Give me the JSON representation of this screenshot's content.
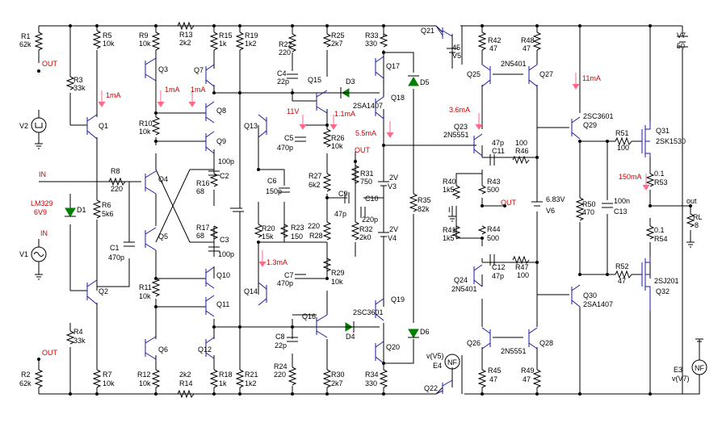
{
  "labels": {
    "R1": "R1",
    "R1v": "62k",
    "R2": "R2",
    "R2v": "62k",
    "R3": "R3",
    "R3v": "33k",
    "R4": "R4",
    "R4v": "33k",
    "R5": "R5",
    "R5v": "10k",
    "R6": "R6",
    "R6v": "5k6",
    "R7": "R7",
    "R7v": "10k",
    "R8": "R8",
    "R8v": "220",
    "R9": "R9",
    "R9v": "10k",
    "R10": "R10",
    "R10v": "10k",
    "R11": "R11",
    "R11v": "10k",
    "R12": "R12",
    "R12v": "10k",
    "R13": "R13",
    "R13v": "2k2",
    "R14": "R14",
    "R14v": "2k2",
    "R15": "R15",
    "R15v": "1k",
    "R16": "R16",
    "R16v": "68",
    "R17": "R17",
    "R17v": "68",
    "R18": "R18",
    "R18v": "1k",
    "R19": "R19",
    "R19v": "1k2",
    "R20": "R20",
    "R20v": "15k",
    "R21": "R21",
    "R21v": "1k2",
    "R22": "R22",
    "R22v": "220",
    "R23": "R23",
    "R23v": "150",
    "R24": "R24",
    "R24v": "220",
    "R25": "R25",
    "R25v": "2k7",
    "R26": "R26",
    "R26v": "10k",
    "R27": "R27",
    "R27v": "6k2",
    "R28": "R28",
    "R28v": "220",
    "R29": "R29",
    "R29v": "10k",
    "R30": "R30",
    "R30v": "2k7",
    "R31": "R31",
    "R31v": "750",
    "R32": "R32",
    "R32v": "2k0",
    "R33": "R33",
    "R33v": "330",
    "R34": "R34",
    "R34v": "330",
    "R35": "R35",
    "R35v": "82k",
    "R40": "R40",
    "R40v": "1k5",
    "R41": "R41",
    "R41v": "1k5",
    "R42": "R42",
    "R42v": "47",
    "R43": "R43",
    "R43v": "500",
    "R44": "R44",
    "R44v": "500",
    "R45": "R45",
    "R45v": "47",
    "R46": "R46",
    "R46v": "100",
    "R47": "R47",
    "R47v": "100",
    "R48": "R48",
    "R48v": "47",
    "R49": "R49",
    "R49v": "47",
    "R50": "R50",
    "R50v": "470",
    "R51": "R51",
    "R51v": "100",
    "R52": "R52",
    "R52v": "47",
    "R53": "R53",
    "R53v": "0.1",
    "R54": "R54",
    "R54v": "0.1",
    "RL": "RL",
    "RLv": "8",
    "C1": "C1",
    "C1v": "470p",
    "C2": "C2",
    "C2v": "100p",
    "C3": "C3",
    "C3v": "100p",
    "C4": "C4",
    "C4v": "22p",
    "C5": "C5",
    "C5v": "470p",
    "C6": "C6",
    "C6v": "150p",
    "C7": "C7",
    "C7v": "470p",
    "C8": "C8",
    "C8v": "22p",
    "C9": "C9",
    "C9v": "47p",
    "C10": "C10",
    "C10v": "220p",
    "C11": "C11",
    "C11v": "47p",
    "C12": "C12",
    "C12v": "47p",
    "C13": "C13",
    "C13v": "100n",
    "Q1": "Q1",
    "Q2": "Q2",
    "Q3": "Q3",
    "Q4": "Q4",
    "Q5": "Q5",
    "Q6": "Q6",
    "Q7": "Q7",
    "Q8": "Q8",
    "Q9": "Q9",
    "Q10": "Q10",
    "Q11": "Q11",
    "Q12": "Q12",
    "Q13": "Q13",
    "Q14": "Q14",
    "Q15": "Q15",
    "Q16": "Q16",
    "Q17": "Q17",
    "Q18": "Q18",
    "Q18t": "2SA1407",
    "Q19": "Q19",
    "Q19t": "2SC3601",
    "Q20": "Q20",
    "Q21": "Q21",
    "Q22": "Q22",
    "Q23": "Q23",
    "Q23t": "2N5551",
    "Q24": "Q24",
    "Q24t": "2N5401",
    "Q25": "Q25",
    "Q25t": "2N5401",
    "Q26": "Q26",
    "Q26t": "2N5551",
    "Q27": "Q27",
    "Q28": "Q28",
    "Q29": "Q29",
    "Q29t": "2SC3601",
    "Q30": "Q30",
    "Q30t": "2SA1407",
    "Q31": "Q31",
    "Q31t": "2SK1530",
    "Q32": "Q32",
    "Q32t": "2SJ201",
    "D1": "D1",
    "D1t1": "LM329",
    "D1t2": "6V9",
    "D3": "D3",
    "D4": "D4",
    "D5": "D5",
    "D6": "D6",
    "V1": "V1",
    "V2": "V2",
    "V3": "V3",
    "V3v": "2V",
    "V4": "V4",
    "V4v": "2V",
    "V5": "V5",
    "V5v": "45",
    "V6": "V6",
    "V6v": "6.83V",
    "V7": "V7",
    "V7v": "50",
    "E3": "E3",
    "E3v": "v(V7)",
    "E4": "E4",
    "E4v": "v(V5)",
    "NF1": "NF",
    "NF2": "NF",
    "OUT1": "OUT",
    "OUT2": "OUT",
    "OUT3": "OUT",
    "OUT4": "OUT",
    "IN1": "IN",
    "IN2": "IN",
    "out": "out",
    "I": "I"
  },
  "currents": {
    "a1": "1mA",
    "a2": "1mA",
    "a3": "1mA",
    "v11": "11V",
    "a4": "1.1mA",
    "a5": "5.5mA",
    "a6": "3.6mA",
    "a7": "11mA",
    "a8": "150mA",
    "a9": "1.3mA"
  }
}
